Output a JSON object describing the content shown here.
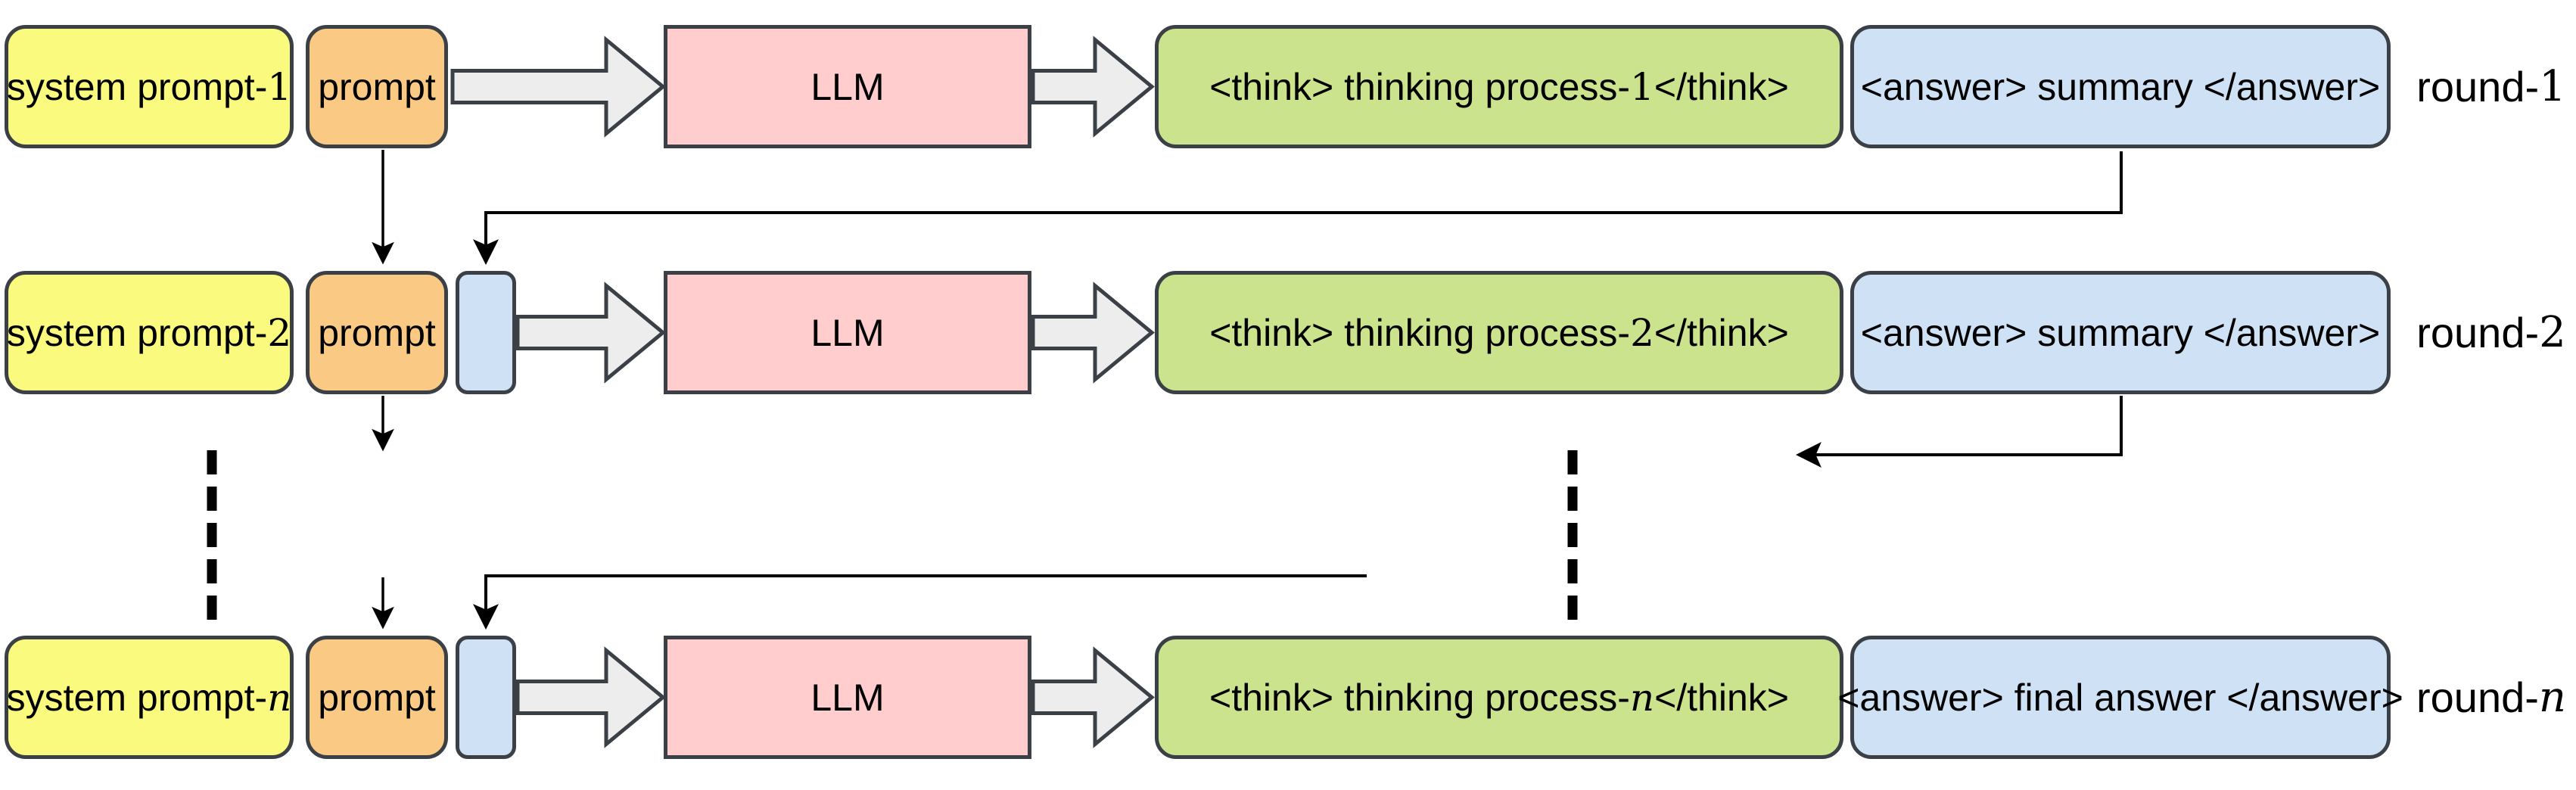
{
  "colors": {
    "box-border": "#3A4046",
    "yellow": "#FAFA7E",
    "orange": "#FACA84",
    "pink": "#FFCDCD",
    "green": "#CBE38C",
    "blue": "#CEE1F5",
    "arrow-fill": "#EDEDEE",
    "line": "#000000"
  },
  "rows": [
    {
      "system_prompt": {
        "pre": "system prompt-",
        "suf": "1",
        "suf_class": "math-num"
      },
      "prompt_label": "prompt",
      "llm_label": "LLM",
      "think": {
        "pre": "<think> thinking process-",
        "suf": "1",
        "post": " </think>",
        "suf_class": "math-num"
      },
      "answer_label": "<answer> summary </answer>",
      "round": {
        "pre": "round-",
        "suf": "1",
        "suf_class": "math-num"
      }
    },
    {
      "system_prompt": {
        "pre": "system prompt-",
        "suf": "2",
        "suf_class": "math-num"
      },
      "prompt_label": "prompt",
      "llm_label": "LLM",
      "think": {
        "pre": "<think> thinking process-",
        "suf": "2",
        "post": " </think>",
        "suf_class": "math-num"
      },
      "answer_label": "<answer> summary </answer>",
      "round": {
        "pre": "round-",
        "suf": "2",
        "suf_class": "math-num"
      }
    },
    {
      "system_prompt": {
        "pre": "system prompt-",
        "suf": "n",
        "suf_class": "math-var"
      },
      "prompt_label": "prompt",
      "llm_label": "LLM",
      "think": {
        "pre": "<think> thinking process-",
        "suf": "n",
        "post": " </think>",
        "suf_class": "math-var"
      },
      "answer_label": "<answer> final answer </answer>",
      "round": {
        "pre": "round-",
        "suf": "n",
        "suf_class": "math-var"
      }
    }
  ]
}
